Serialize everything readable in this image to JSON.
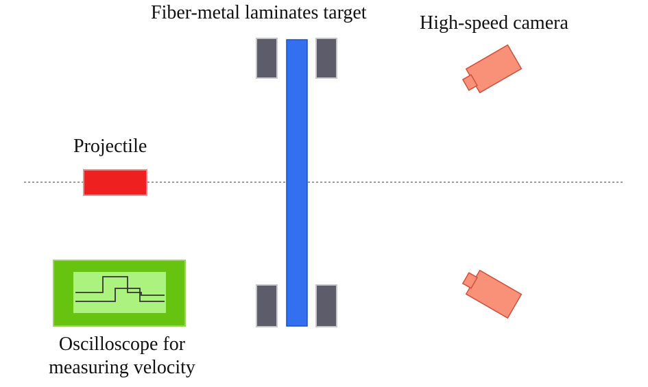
{
  "labels": {
    "target": "Fiber-metal laminates target",
    "camera": "High-speed camera",
    "projectile": "Projectile",
    "oscilloscope_line1": "Oscilloscope for",
    "oscilloscope_line2": "measuring velocity"
  },
  "colors": {
    "target_plate": "#3370f0",
    "target_plate_edge": "#1d4fc4",
    "clamp": "#5c5c6a",
    "clamp_edge": "#c8c8cc",
    "projectile": "#ee2020",
    "projectile_edge": "#f08a8a",
    "camera_body": "#f99078",
    "camera_edge": "#d0503c",
    "oscilloscope_body": "#66c310",
    "oscilloscope_body_edge": "#9bd45a",
    "oscilloscope_screen": "#abf27e",
    "oscilloscope_trace": "#333333",
    "axis_line": "#9a9a9a",
    "text": "#111111"
  }
}
